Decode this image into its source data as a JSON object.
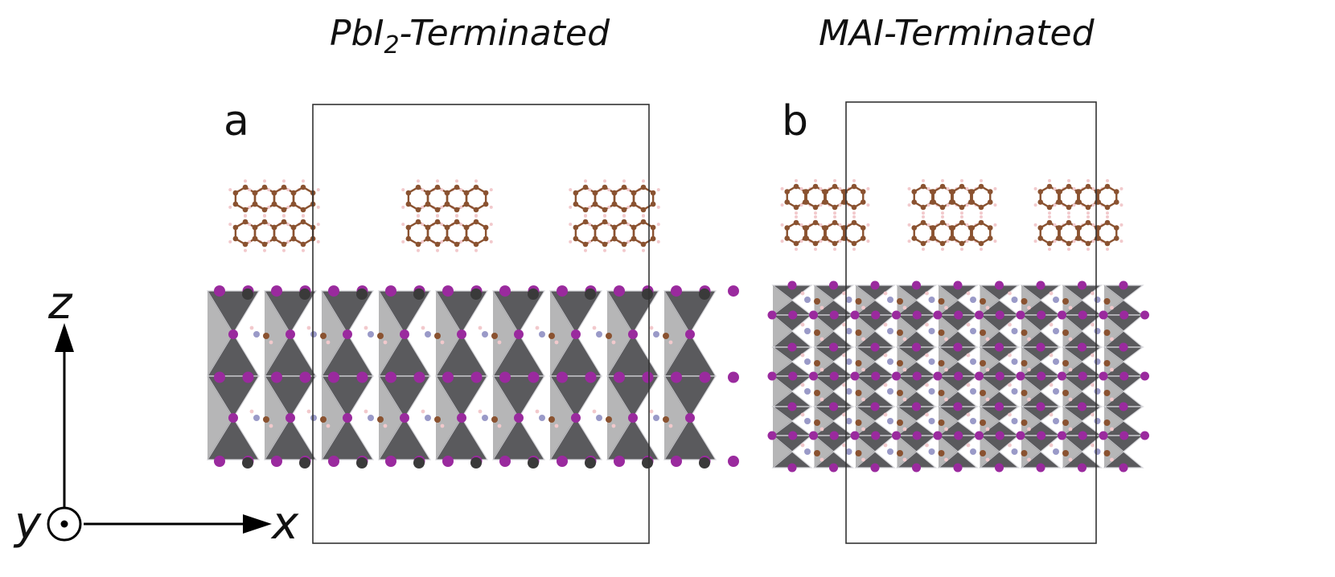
{
  "panels": [
    {
      "letter": "a",
      "title_main": "PbI",
      "title_sub": "2",
      "title_rest": "-Terminated"
    },
    {
      "letter": "b",
      "title_main": "MAI-Terminated",
      "title_sub": "",
      "title_rest": ""
    }
  ],
  "axes": {
    "z": "z",
    "x": "x",
    "y": "y"
  },
  "colors": {
    "carbon": "#8a5230",
    "hydrogen": "#f2c9cc",
    "iodine": "#9a2a9e",
    "lead": "#3a3a3a",
    "octahedron": "#5a5a5d",
    "nitrogen": "#9a9ac8"
  }
}
